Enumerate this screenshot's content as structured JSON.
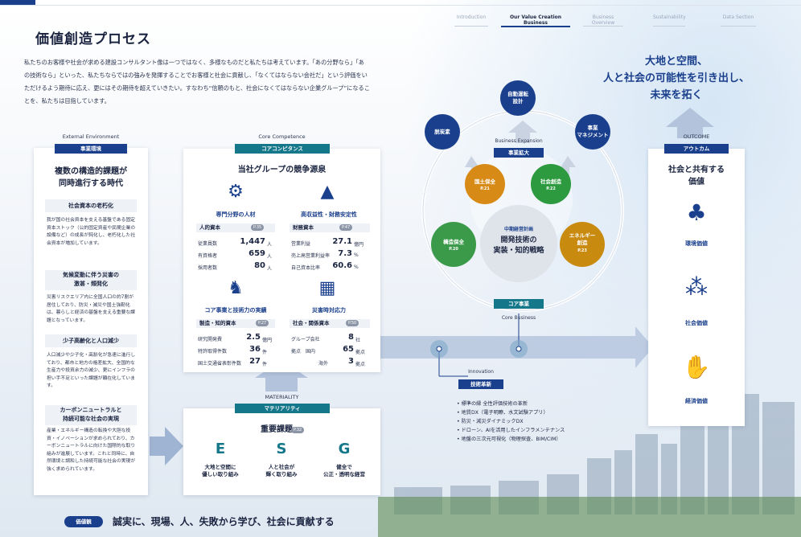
{
  "nav": [
    {
      "label": "Introduction"
    },
    {
      "label": "Our Value Creation Business"
    },
    {
      "label": "Business Overview"
    },
    {
      "label": "Sustainability"
    },
    {
      "label": "Data Section"
    }
  ],
  "page_title": "価値創造プロセス",
  "intro": "私たちのお客様や社会が求める建設コンサルタント像は一つではなく、多様なものだと私たちは考えています。「あの分野なら」「あの技術なら」といった、私たちならではの強みを発揮することでお客様と社会に貢献し、「なくてはならない会社だ」という評価をいただけるよう期待に応え、更にはその期待を超えていきたい。すなわち“信頼のもと、社会になくてはならない企業グループ”になることを、私たちは目指しています。",
  "external": {
    "caption": "External Environment",
    "pill": "事業環境",
    "heading": "複数の構造的課題が\n同時進行する時代",
    "items": [
      {
        "title": "社会資本の老朽化",
        "body": "我が国の社会資本を支える基盤である固定資本ストック（公的固定資産や民間企業の設備など）の成長が鈍化し、老朽化した社会資本が増加しています。"
      },
      {
        "title": "気候変動に伴う災害の\n激甚・頻発化",
        "body": "災害リスクエリア内に全国人口の約7割が居住しており、防災・減災や国土強靭化は、暮らしと経済の基盤を支える重要な課題となっています。"
      },
      {
        "title": "少子高齢化と人口減少",
        "body": "人口減少や少子化・高齢化が急速に進行しており、都市と地方の格差拡大、全国的な生産力や投資余力の減少、更にインフラの担い手不足といった課題が顕在化しています。"
      },
      {
        "title": "カーボンニュートラルと\n持続可能な社会の実現",
        "body": "産業・エネルギー構造の転換や大胆な投資・イノベーションが求められており、カーボンニュートラルに向けた国際的な取り組みが進展しています。これと同時に、自然環境と調和した持続可能な社会の実現が強く求められています。"
      }
    ]
  },
  "core": {
    "caption": "Core Competence",
    "pill": "コアコンピタンス",
    "heading": "当社グループの競争源泉",
    "blocks": [
      {
        "icon": "people-gear-icon",
        "title": "専門分野の人材",
        "capital": "人的資本",
        "page": "P.35",
        "rows": [
          {
            "label": "従業員数",
            "value": "1,447",
            "unit": "人"
          },
          {
            "label": "有資格者",
            "value": "659",
            "unit": "人"
          },
          {
            "label": "採用者数",
            "value": "80",
            "unit": "人"
          }
        ]
      },
      {
        "icon": "gold-bars-icon",
        "title": "高収益性・財務安定性",
        "capital": "財務資本",
        "page": "P.47",
        "rows": [
          {
            "label": "営業利益",
            "value": "27.1",
            "unit": "億円"
          },
          {
            "label": "売上高営業利益率",
            "value": "7.3",
            "unit": "%"
          },
          {
            "label": "自己資本比率",
            "value": "60.6",
            "unit": "%"
          }
        ]
      },
      {
        "icon": "chess-knight-icon",
        "title": "コア事業と技術力の実績",
        "capital": "製造・知的資本",
        "page": "P.27",
        "rows": [
          {
            "label": "研究開発費",
            "value": "2.5",
            "unit": "億円"
          },
          {
            "label": "特許取得件数",
            "value": "36",
            "unit": "件"
          },
          {
            "label": "国土交通省表彰件数",
            "value": "27",
            "unit": "件"
          }
        ]
      },
      {
        "icon": "buildings-icon",
        "title": "災害時対応力",
        "capital": "社会・関係資本",
        "page": "P.50",
        "rows": [
          {
            "label": "グループ会社",
            "value": "8",
            "unit": "社"
          },
          {
            "label": "拠点　国内",
            "value": "65",
            "unit": "拠点"
          },
          {
            "label": "海外",
            "value": "3",
            "unit": "拠点"
          }
        ]
      }
    ]
  },
  "materiality": {
    "caption": "MATERIALITY",
    "pill": "マテリアリティ",
    "heading": "重要課題",
    "page": "P.32",
    "items": [
      {
        "letter": "E",
        "text": "大地と空間に\n優しい取り組み"
      },
      {
        "letter": "S",
        "text": "人と社会が\n輝く取り組み"
      },
      {
        "letter": "G",
        "text": "健全で\n公正・透明な経営"
      }
    ]
  },
  "business": {
    "expansion_caption": "Business Expansion",
    "expansion_pill": "事業拡大",
    "outer": [
      "脱炭素",
      "自動運転\n設計",
      "事業\nマネジメント"
    ],
    "core": [
      {
        "name": "国土保全",
        "page": "P.21"
      },
      {
        "name": "社会創造",
        "page": "P.22"
      },
      {
        "name": "構造保全",
        "page": "P.20"
      },
      {
        "name": "エネルギー\n創造",
        "page": "P.23"
      }
    ],
    "center_tag": "中期経営計画",
    "center_text": "開発技術の\n実装・知的戦略",
    "core_pill": "コア事業",
    "core_caption": "Core Business"
  },
  "innovation": {
    "caption": "Innovation",
    "pill": "技術革新",
    "bullets": [
      "標準の縁 全性評価技術の革新",
      "地質DX（電子明瞭、水文試験アプリ）",
      "防災・減災ダイナミックDX",
      "ドローン、AIを活用したインフラメンテナンス",
      "地盤の三次元可視化（物理探査、BIM/CIM）"
    ]
  },
  "slogan": "大地と空間、\n人と社会の可能性を引き出し、\n未来を拓く",
  "outcome": {
    "caption": "OUTCOME",
    "pill": "アウトカム",
    "heading": "社会と共有する\n価値",
    "values": [
      {
        "icon": "tree-sun-icon",
        "label": "環境価値"
      },
      {
        "icon": "network-people-icon",
        "label": "社会価値"
      },
      {
        "icon": "hand-chart-icon",
        "label": "経済価値"
      }
    ]
  },
  "footer": {
    "badge": "価値観",
    "text": "誠実に、現場、人、失敗から学び、社会に貢献する"
  },
  "colors": {
    "navy": "#1a3f8c",
    "teal": "#14778a",
    "green": "#2e9a3f",
    "gold": "#d4a016"
  }
}
